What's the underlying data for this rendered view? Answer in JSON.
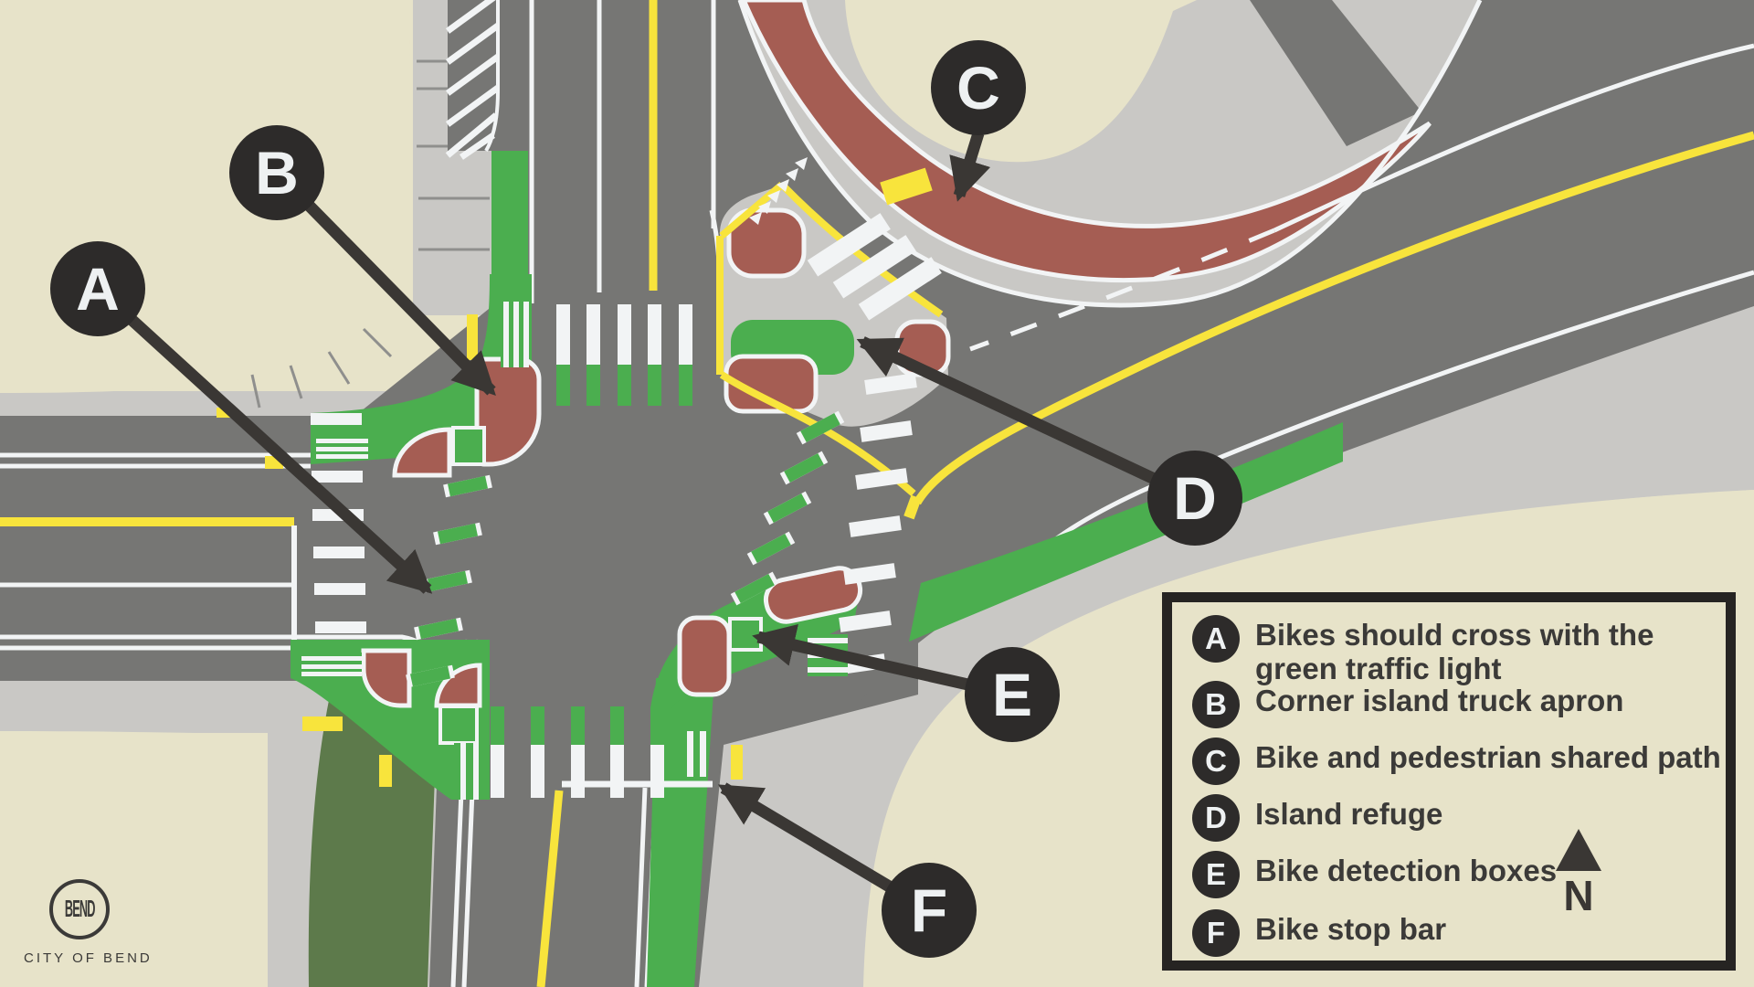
{
  "map": {
    "markers": [
      {
        "letter": "A"
      },
      {
        "letter": "B"
      },
      {
        "letter": "C"
      },
      {
        "letter": "D"
      },
      {
        "letter": "E"
      },
      {
        "letter": "F"
      }
    ]
  },
  "legend": {
    "items": [
      {
        "letter": "A",
        "text": "Bikes should cross with the green traffic light"
      },
      {
        "letter": "B",
        "text": "Corner island truck apron"
      },
      {
        "letter": "C",
        "text": "Bike and pedestrian shared path"
      },
      {
        "letter": "D",
        "text": "Island refuge"
      },
      {
        "letter": "E",
        "text": "Bike detection boxes"
      },
      {
        "letter": "F",
        "text": "Bike stop bar"
      }
    ],
    "compass_label": "N"
  },
  "logo": {
    "monogram": "BEND",
    "caption": "CITY OF BEND"
  },
  "colors": {
    "bg": "#e7e3c9",
    "walk": "#c9c8c5",
    "road": "#767674",
    "green": "#4bae4f",
    "olive": "#5d7a4b",
    "red": "#a55d53",
    "yellow": "#f8e43c",
    "white": "#f2f4f5",
    "marker": "#2d2b2a",
    "arrow": "#3a3734",
    "text": "#3b3a38",
    "border": "#262422"
  }
}
